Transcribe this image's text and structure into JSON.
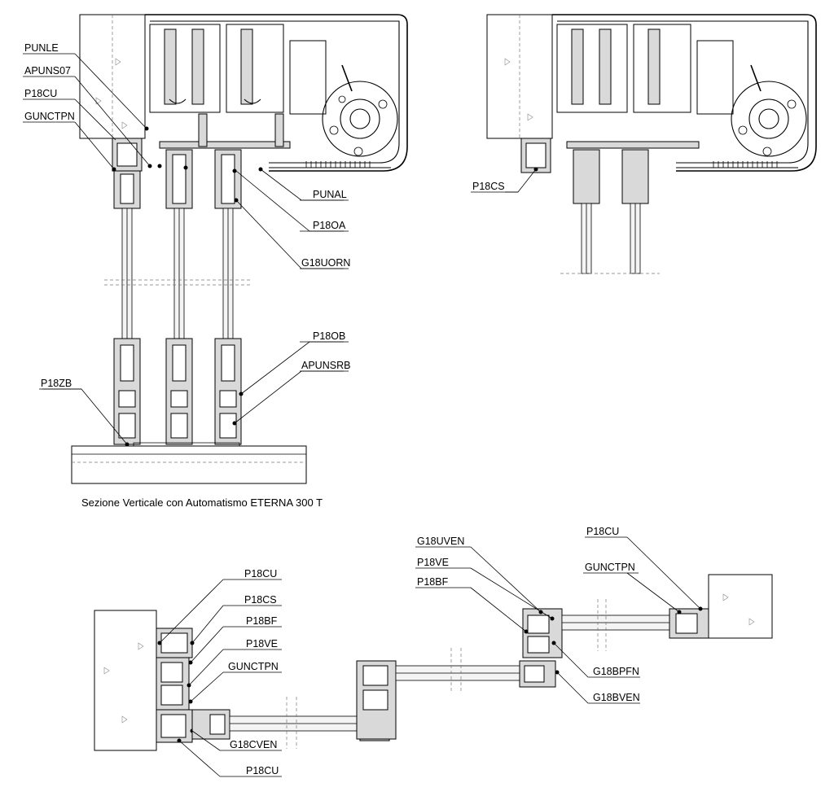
{
  "caption": "Sezione Verticale con Automatismo ETERNA 300 T",
  "vertical_section_labels": {
    "punle": "PUNLE",
    "apuns07": "APUNS07",
    "p18cu": "P18CU",
    "gunctpn": "GUNCTPN",
    "punal": "PUNAL",
    "p18oa": "P18OA",
    "g18uorn": "G18UORN",
    "p18ob": "P18OB",
    "apunsrb": "APUNSRB",
    "p18zb": "P18ZB"
  },
  "alternate_section_labels": {
    "p18cs": "P18CS"
  },
  "horizontal_left_labels": {
    "p18cu_top": "P18CU",
    "p18cs": "P18CS",
    "p18bf": "P18BF",
    "p18ve": "P18VE",
    "gunctpn": "GUNCTPN",
    "g18cven": "G18CVEN",
    "p18cu_bottom": "P18CU"
  },
  "horizontal_right_labels": {
    "g18uven": "G18UVEN",
    "p18ve": "P18VE",
    "p18bf": "P18BF",
    "p18cu": "P18CU",
    "gunctpn": "GUNCTPN",
    "g18bpfn": "G18BPFN",
    "g18bven": "G18BVEN"
  }
}
